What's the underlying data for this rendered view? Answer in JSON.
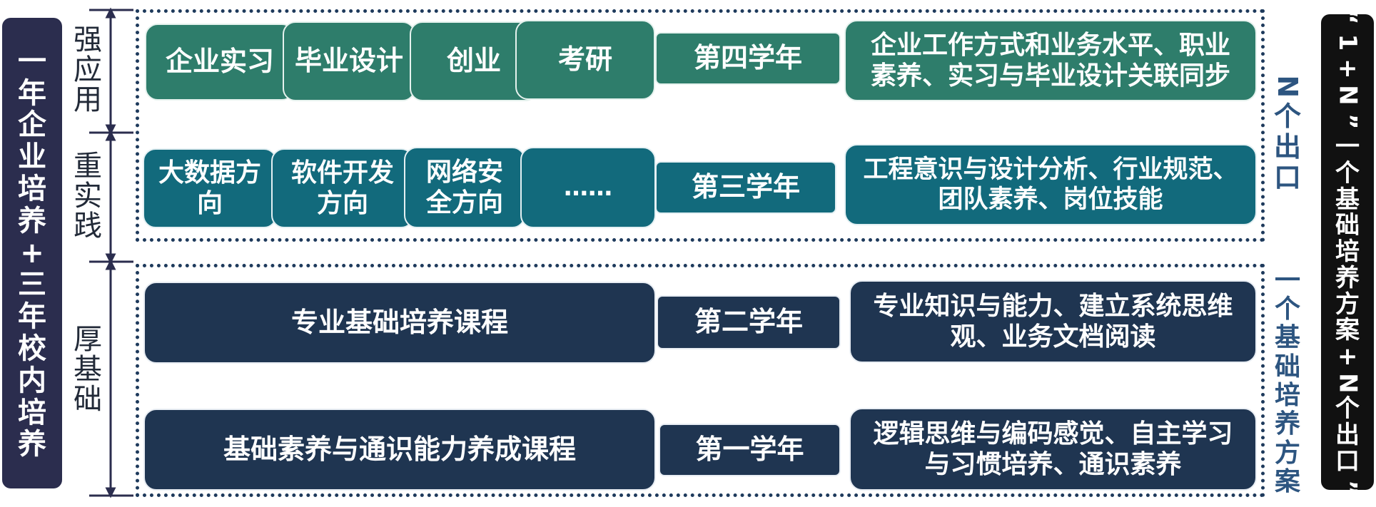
{
  "left_banner": {
    "text": "一年企业培养+三年校内培养"
  },
  "stages": [
    {
      "label": "强应用"
    },
    {
      "label": "重实践"
    },
    {
      "label": "厚基础"
    }
  ],
  "rows": [
    {
      "items": [
        "企业实习",
        "毕业设计",
        "创业",
        "考研"
      ],
      "year": "第四学年",
      "goals": [
        "企业工作方式和业务水平、职业",
        "素养、实习与毕业设计关联同步"
      ]
    },
    {
      "items": [
        [
          "大数据方",
          "向"
        ],
        [
          "软件开发",
          "方向"
        ],
        [
          "网络安",
          "全方向"
        ],
        [
          "……"
        ]
      ],
      "year": "第三学年",
      "goals": [
        "工程意识与设计分析、行业规范、",
        "团队素养、岗位技能"
      ]
    },
    {
      "course": "专业基础培养课程",
      "year": "第二学年",
      "goals": [
        "专业知识与能力、建立系统思维",
        "观、业务文档阅读"
      ]
    },
    {
      "course": "基础素养与通识能力养成课程",
      "year": "第一学年",
      "goals": [
        "逻辑思维与编码感觉、自主学习",
        "与习惯培养、通识素养"
      ]
    }
  ],
  "side_labels": {
    "upper": "N个出口",
    "lower": "一个基础培养方案"
  },
  "right_banner": {
    "text": "“1+N”一个基础培养方案+N个出口”"
  },
  "colors": {
    "navy": "#1f3551",
    "green": "#2e7d6b",
    "teal": "#126a7c",
    "banner_left": "#2b2d4e",
    "banner_right": "#111111",
    "side_label": "#2d5580"
  }
}
